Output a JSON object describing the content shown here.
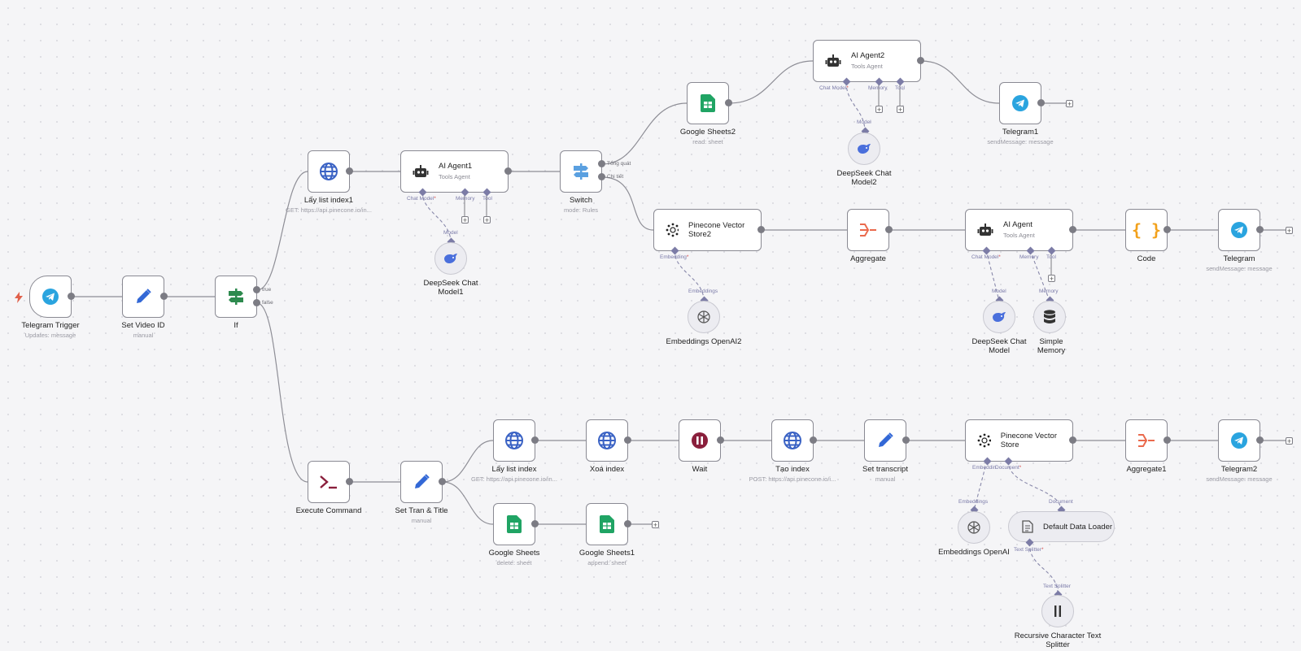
{
  "nodes": {
    "telegram_trigger": {
      "title": "Telegram Trigger",
      "subtitle": "Updates: message"
    },
    "set_video_id": {
      "title": "Set Video ID",
      "subtitle": "manual"
    },
    "if_node": {
      "title": "If",
      "true_label": "true",
      "false_label": "false"
    },
    "lay_list_index1": {
      "title": "Lấy list index1",
      "subtitle": "GET: https://api.pinecone.io/in..."
    },
    "ai_agent1": {
      "title": "AI Agent1",
      "subtitle": "Tools Agent",
      "port_chat_model": "Chat Model",
      "port_memory": "Memory",
      "port_tool": "Tool"
    },
    "deepseek1": {
      "title": "DeepSeek Chat Model1",
      "port": "Model"
    },
    "switch_node": {
      "title": "Switch",
      "subtitle": "mode: Rules",
      "out1": "Tổng quát",
      "out2": "Chi tiết"
    },
    "google_sheets2": {
      "title": "Google Sheets2",
      "subtitle": "read: sheet"
    },
    "ai_agent2": {
      "title": "AI Agent2",
      "subtitle": "Tools Agent",
      "port_chat_model": "Chat Model",
      "port_memory": "Memory",
      "port_tool": "Tool"
    },
    "deepseek2": {
      "title": "DeepSeek Chat Model2",
      "port": "Model"
    },
    "telegram1": {
      "title": "Telegram1",
      "subtitle": "sendMessage: message"
    },
    "pinecone2": {
      "title": "Pinecone Vector Store2",
      "port_embedding": "Embedding"
    },
    "embeddings2": {
      "title": "Embeddings OpenAI2",
      "port": "Embeddings"
    },
    "aggregate": {
      "title": "Aggregate"
    },
    "ai_agent": {
      "title": "AI Agent",
      "subtitle": "Tools Agent",
      "port_chat_model": "Chat Model",
      "port_memory": "Memory",
      "port_tool": "Tool"
    },
    "deepseek": {
      "title": "DeepSeek Chat Model",
      "port": "Model"
    },
    "simple_memory": {
      "title": "Simple Memory",
      "port": "Memory"
    },
    "code": {
      "title": "Code"
    },
    "telegram": {
      "title": "Telegram",
      "subtitle": "sendMessage: message"
    },
    "execute_command": {
      "title": "Execute Command"
    },
    "set_tran_title": {
      "title": "Set Tran & Title",
      "subtitle": "manual"
    },
    "lay_list_index": {
      "title": "Lấy list index",
      "subtitle": "GET: https://api.pinecone.io/in..."
    },
    "xoa_index": {
      "title": "Xoá index"
    },
    "wait": {
      "title": "Wait"
    },
    "tao_index": {
      "title": "Tạo index",
      "subtitle": "POST: https://api.pinecone.io/i..."
    },
    "set_transcript": {
      "title": "Set transcript",
      "subtitle": "manual"
    },
    "pinecone": {
      "title": "Pinecone Vector Store",
      "port_embedding": "Embeddin",
      "port_document": "Document"
    },
    "embeddings": {
      "title": "Embeddings OpenAI",
      "port": "Embeddings"
    },
    "default_loader": {
      "title": "Default Data Loader",
      "port_in": "Document",
      "port_text_splitter": "Text Splitter"
    },
    "splitter": {
      "title": "Recursive Character Text Splitter",
      "port": "Text Splitter"
    },
    "aggregate1": {
      "title": "Aggregate1"
    },
    "telegram2": {
      "title": "Telegram2",
      "subtitle": "sendMessage: message"
    },
    "google_sheets": {
      "title": "Google Sheets",
      "subtitle": "delete: sheet"
    },
    "google_sheets1": {
      "title": "Google Sheets1",
      "subtitle": "append: sheet"
    }
  },
  "colors": {
    "telegram": "#2aa4df",
    "pencil": "#3368d6",
    "globe": "#3a62c4",
    "sheets": "#20a464",
    "if_green": "#2d8a4e",
    "wait": "#8a1f3c",
    "code": "#f2a11b",
    "aggregate": "#ea6a4d",
    "wire": "#8e8e96"
  }
}
